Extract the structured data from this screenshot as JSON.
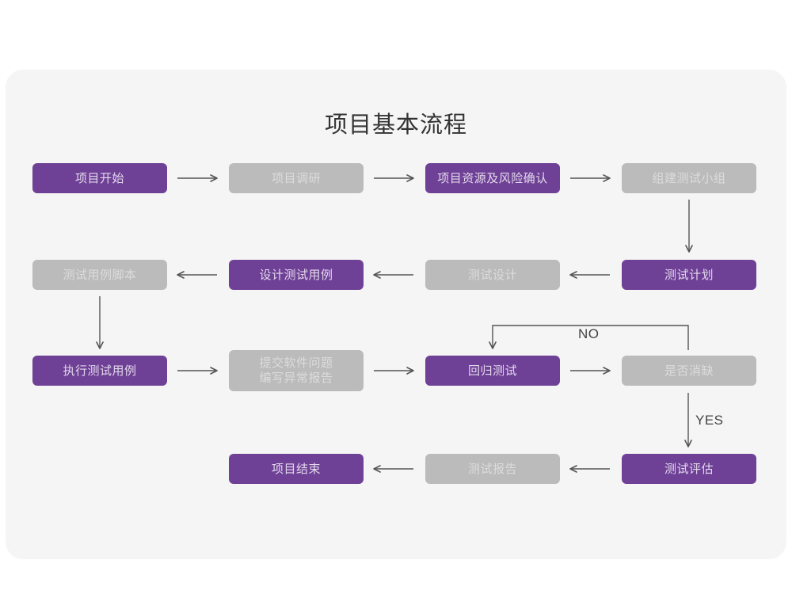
{
  "diagram": {
    "title": "项目基本流程",
    "colors": {
      "canvas": "#ffffff",
      "card": "#f5f5f5",
      "active": "#6f4196",
      "active_text": "#e3d9ec",
      "inactive": "#bbbbbb",
      "inactive_text": "#dcdcdc",
      "connector": "#555555",
      "title_text": "#333333"
    },
    "nodes": [
      {
        "id": "n1",
        "label": "项目开始",
        "state": "purple"
      },
      {
        "id": "n2",
        "label": "项目调研",
        "state": "gray"
      },
      {
        "id": "n3",
        "label": "项目资源及风险确认",
        "state": "purple"
      },
      {
        "id": "n4",
        "label": "组建测试小组",
        "state": "gray"
      },
      {
        "id": "n5",
        "label": "测试计划",
        "state": "purple"
      },
      {
        "id": "n6",
        "label": "测试设计",
        "state": "gray"
      },
      {
        "id": "n7",
        "label": "设计测试用例",
        "state": "purple"
      },
      {
        "id": "n8",
        "label": "测试用例脚本",
        "state": "gray"
      },
      {
        "id": "n9",
        "label": "执行测试用例",
        "state": "purple"
      },
      {
        "id": "n10",
        "label": "提交软件问题\n编写异常报告",
        "state": "gray"
      },
      {
        "id": "n11",
        "label": "回归测试",
        "state": "purple"
      },
      {
        "id": "n12",
        "label": "是否消缺",
        "state": "gray"
      },
      {
        "id": "n13",
        "label": "测试评估",
        "state": "purple"
      },
      {
        "id": "n14",
        "label": "测试报告",
        "state": "gray"
      },
      {
        "id": "n15",
        "label": "项目结束",
        "state": "purple"
      }
    ],
    "edge_labels": {
      "no": "NO",
      "yes": "YES"
    }
  }
}
